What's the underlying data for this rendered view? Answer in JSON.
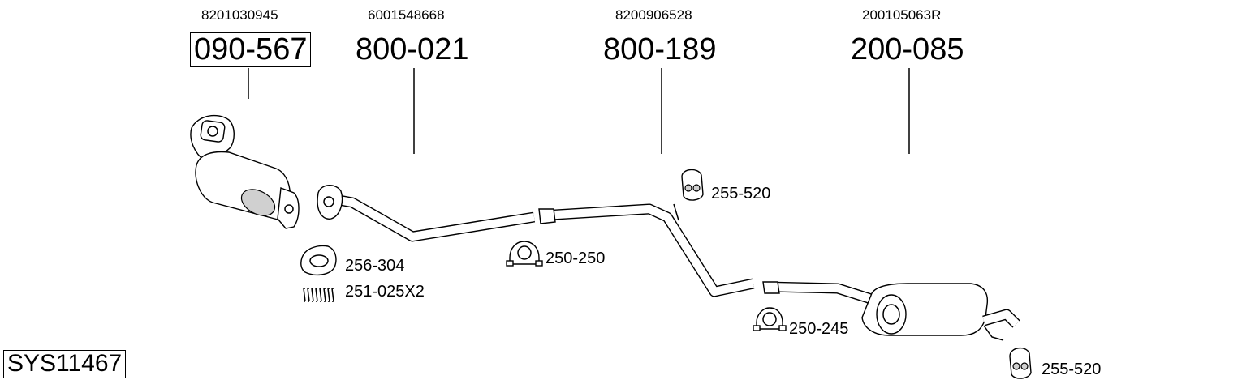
{
  "diagram": {
    "system_code": "SYS11467",
    "parts": [
      {
        "oem": "8201030945",
        "code": "090-567"
      },
      {
        "oem": "6001548668",
        "code": "800-021"
      },
      {
        "oem": "8200906528",
        "code": "800-189"
      },
      {
        "oem": "200105063R",
        "code": "200-085"
      }
    ],
    "accessories": [
      {
        "code": "256-304",
        "icon": "gasket-ring-icon"
      },
      {
        "code": "251-025X2",
        "icon": "spring-icon"
      },
      {
        "code": "250-250",
        "icon": "pipe-clamp-icon"
      },
      {
        "code": "255-520",
        "icon": "rubber-hanger-icon"
      },
      {
        "code": "250-245",
        "icon": "pipe-clamp-icon"
      },
      {
        "code": "255-520",
        "icon": "rubber-hanger-icon"
      }
    ]
  }
}
